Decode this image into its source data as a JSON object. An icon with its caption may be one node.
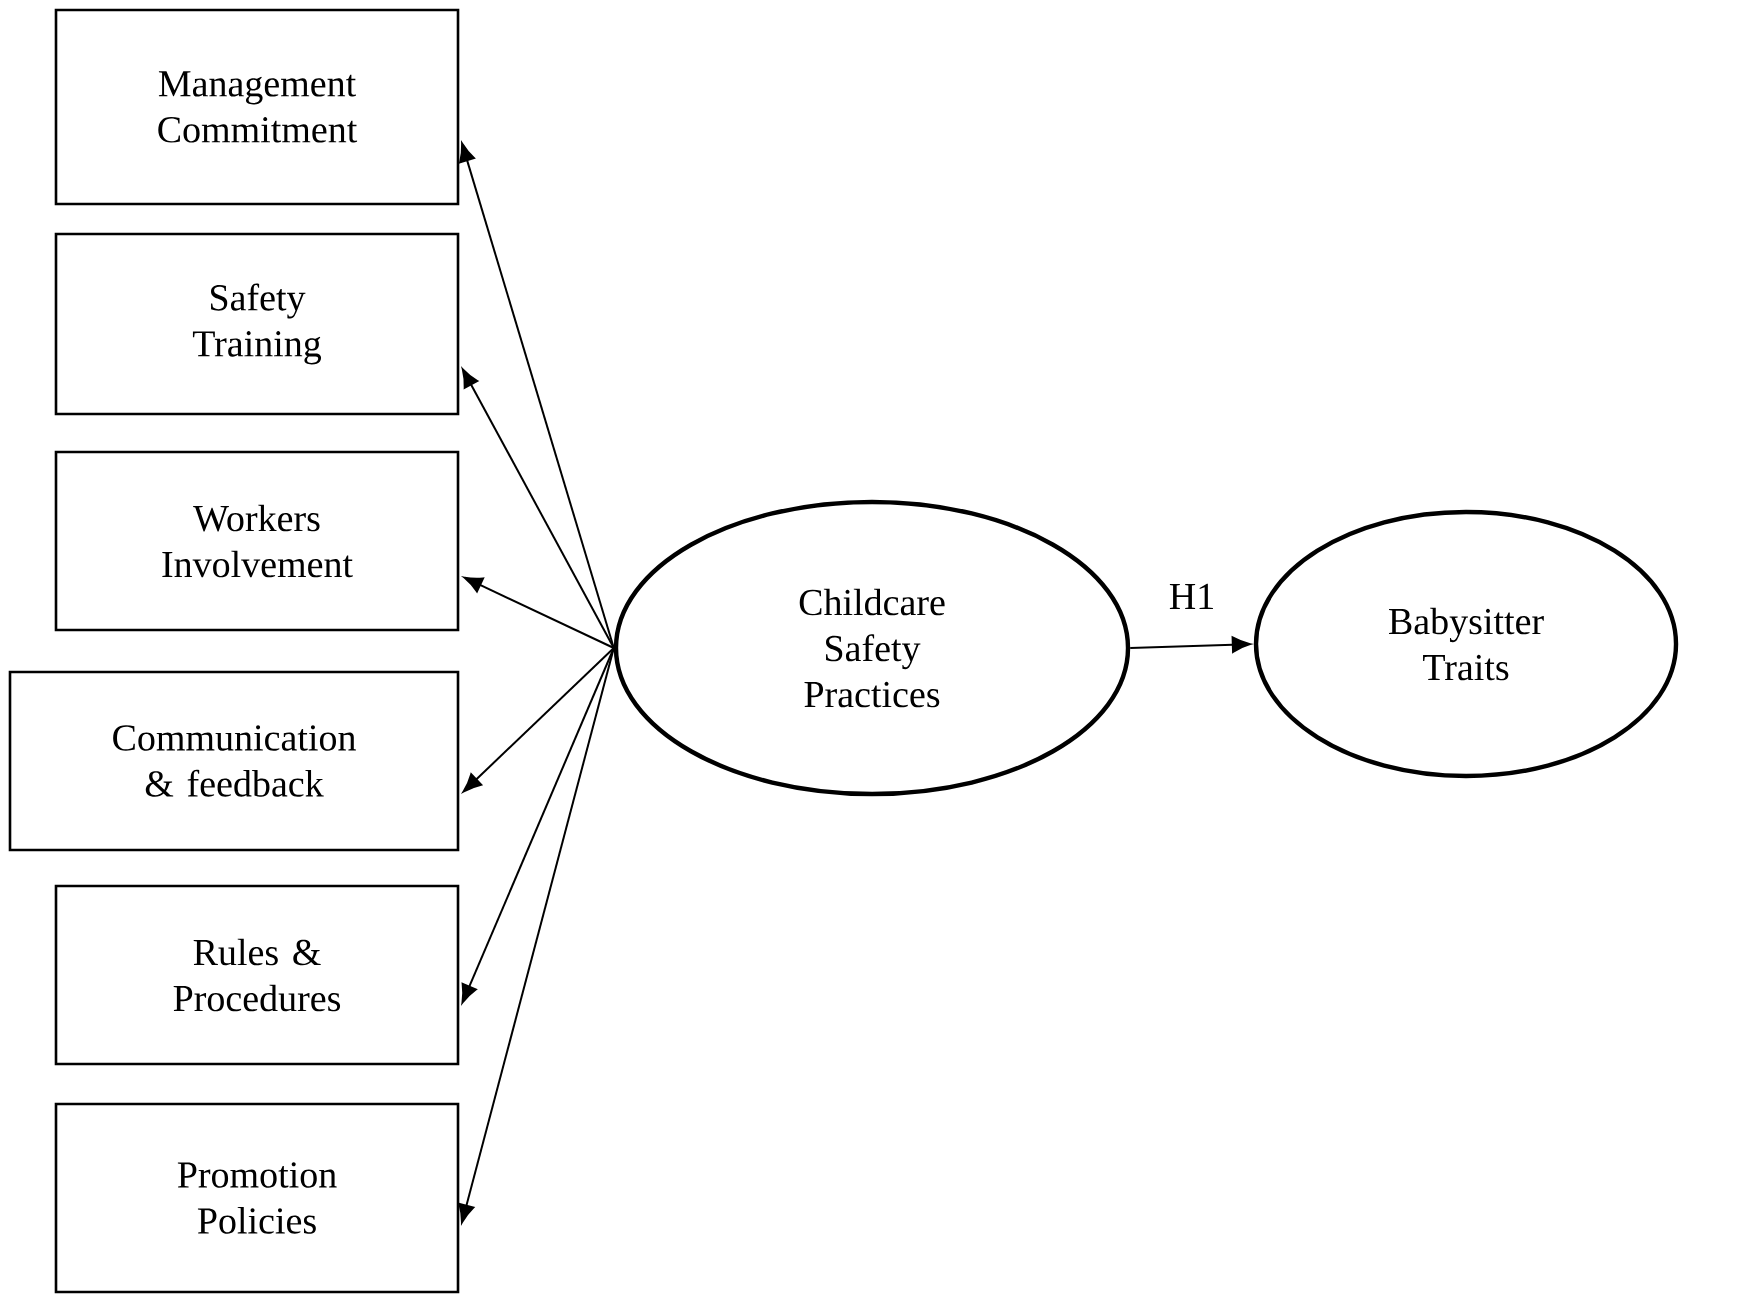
{
  "diagram": {
    "nodes": [
      {
        "text": [
          "Management Commitment"
        ]
      },
      {
        "text": [
          "Safety Training"
        ]
      },
      {
        "text": [
          "Workers Involvement"
        ]
      },
      {
        "text": [
          "Communication & feedback"
        ]
      },
      {
        "text": [
          "Rules & Procedures"
        ]
      },
      {
        "text": [
          "Promotion Policies"
        ]
      },
      {
        "text": [
          "Childcare Safety Practices"
        ]
      },
      {
        "text": [
          "Babysitter Traits"
        ]
      }
    ],
    "edges": [
      {
        "from": 6,
        "to": 0,
        "arrow": "to"
      },
      {
        "from": 6,
        "to": 1,
        "arrow": "to"
      },
      {
        "from": 6,
        "to": 2,
        "arrow": "to"
      },
      {
        "from": 6,
        "to": 3,
        "arrow": "to"
      },
      {
        "from": 6,
        "to": 4,
        "arrow": "to"
      },
      {
        "from": 6,
        "to": 5,
        "arrow": "to"
      },
      {
        "from": 6,
        "to": 7,
        "arrow": "to",
        "label": "H1"
      }
    ]
  }
}
